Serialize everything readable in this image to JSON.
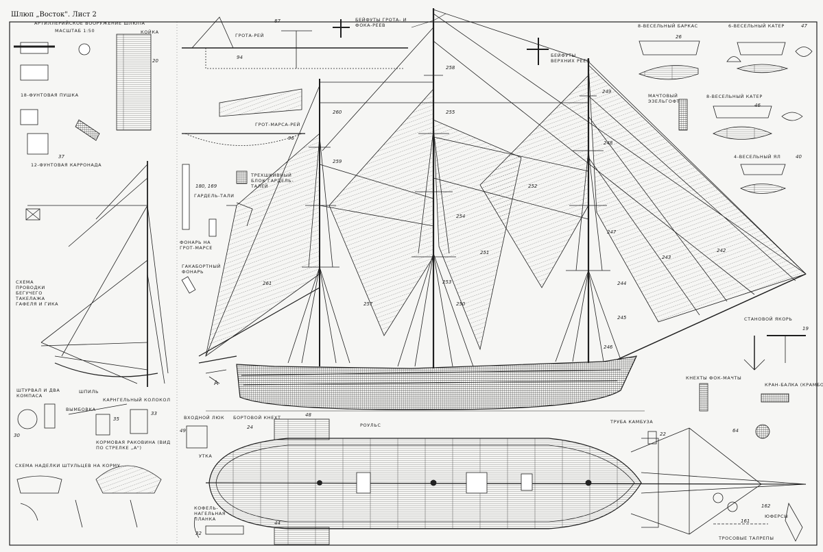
{
  "title": "Шлюп „Восток\". Лист 2",
  "artillery": {
    "heading": "Артиллерийское вооружение шлюпа",
    "scale": "Масштаб 1:50"
  },
  "labels": {
    "kojka": "Койка",
    "gun18": "18-фунтовая пушка",
    "carronade12": "12-фунтовая карронада",
    "gaff_scheme": "Схема проводки бегучего такелажа гафеля и гика",
    "helm": "Штурвал и два компаса",
    "capstan": "Шпиль",
    "capstan_bar": "Вымбовка",
    "bell": "Карнгельный колокол",
    "stern_gallery": "Кормовая раковина (вид по стрелке „А\")",
    "stern_scheme": "Схема наделки штульцев на корму",
    "main_yard": "Грота-рей",
    "yard_brackets": "Бейфуты грота- и фока-реев",
    "upper_yard_brackets": "Бейфуты верхних реев",
    "main_topsail_yard": "Грот-марса-рей",
    "halyard_tackle": "Гардель-тали",
    "halyard_block": "Трехшкивный блок гардель-талей",
    "top_lantern": "Фонарь на грот-марсе",
    "side_lantern": "Гакабортный фонарь",
    "longboat": "8-весельный баркас",
    "cutter6": "6-весельный катер",
    "mast_cap": "Мачтовый эзельгофт",
    "cutter8": "8-весельный катер",
    "yawl4": "4-весельный ял",
    "anchor": "Становой якорь",
    "bitts": "Кнехты фок-мачты",
    "cathead": "Кран-балка (крамбол)",
    "entry": "Входной люк",
    "side_bitt": "Бортовой кнехт",
    "sheave": "Роульс",
    "cleat": "Утка",
    "pin_rail": "Кофель-нагельная планка",
    "galley_pipe": "Труба камбуза",
    "deadeyes": "Юферсы",
    "lanyards": "Тросовые талрепы",
    "arrow_a": "А"
  },
  "part_numbers": {
    "n20": "20",
    "n37": "37",
    "n87": "87",
    "n26": "26",
    "n47": "47",
    "n46": "46",
    "n40": "40",
    "n258": "258",
    "n255": "255",
    "n252": "252",
    "n249": "249",
    "n248": "248",
    "n247": "247",
    "n243": "243",
    "n242": "242",
    "n244": "244",
    "n245": "245",
    "n246": "246",
    "n261": "261",
    "n257": "257",
    "n259": "259",
    "n260": "260",
    "n250": "250",
    "n251": "251",
    "n253": "253",
    "n254": "254",
    "n180": "180, 169",
    "n48": "48",
    "n24": "24",
    "n49": "49",
    "n30": "30",
    "n35": "35",
    "n33": "33",
    "n19": "19",
    "n22": "22",
    "n64": "64",
    "n162": "162",
    "n161": "161",
    "n32": "32",
    "n44": "44",
    "n94": "94",
    "n96": "96"
  },
  "colors": {
    "ink": "#1e1e1e",
    "paper": "#f6f6f4"
  }
}
